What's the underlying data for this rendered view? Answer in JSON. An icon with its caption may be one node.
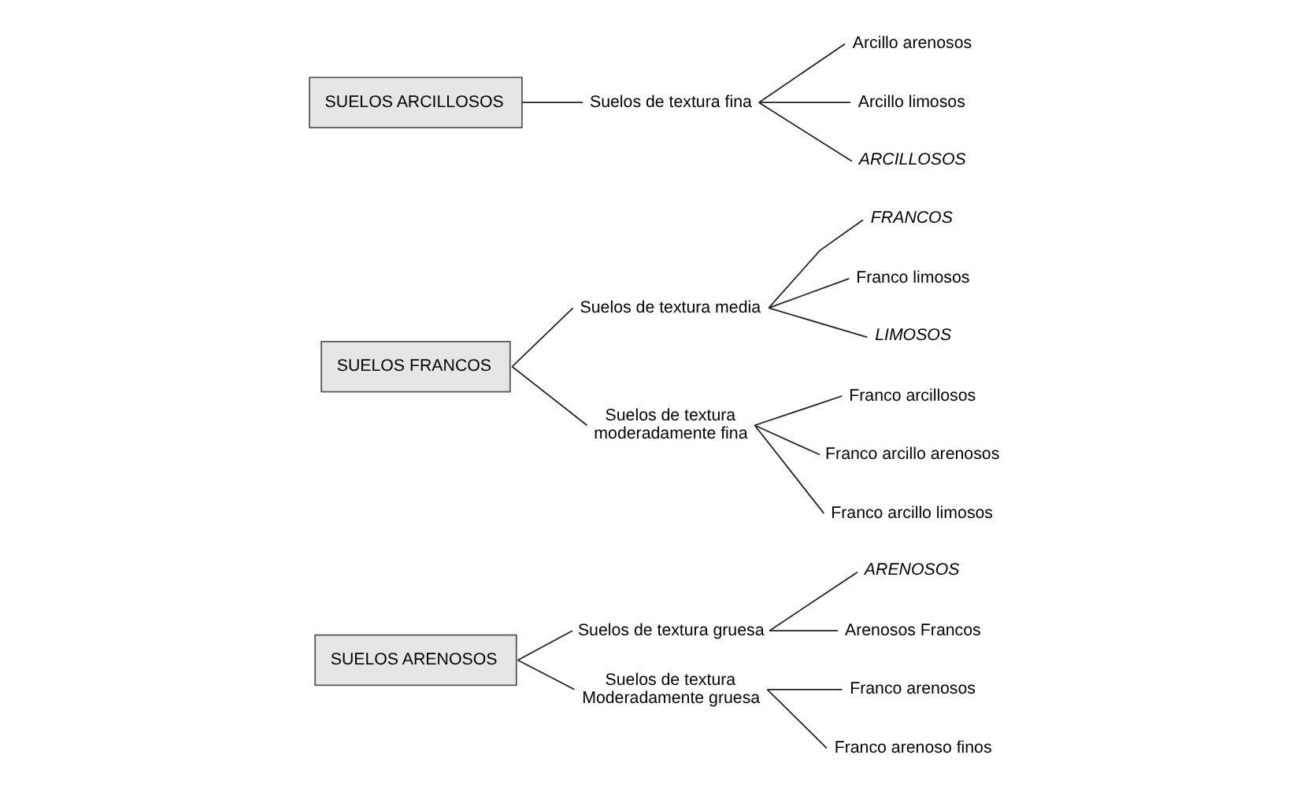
{
  "diagram": {
    "nodes": [
      {
        "text": [
          "SUELOS ARENOSOS"
        ]
      },
      {
        "text": [
          "Suelos de textura gruesa"
        ]
      },
      {
        "text": [
          "ARENOSOS"
        ]
      },
      {
        "text": [
          "Arenosos Francos"
        ]
      },
      {
        "text": [
          "Suelos de textura Moderadamente gruesa"
        ]
      },
      {
        "text": [
          "Franco arenosos"
        ]
      },
      {
        "text": [
          "Franco arenoso finos"
        ]
      },
      {
        "text": [
          "SUELOS FRANCOS"
        ]
      },
      {
        "text": [
          "Suelos de textura media"
        ]
      },
      {
        "text": [
          "FRANCOS"
        ]
      },
      {
        "text": [
          "Franco limosos"
        ]
      },
      {
        "text": [
          "LIMOSOS"
        ]
      },
      {
        "text": [
          "Suelos de textura moderadamente fina"
        ]
      },
      {
        "text": [
          "Franco arcillosos"
        ]
      },
      {
        "text": [
          "Franco arcillo arenosos"
        ]
      },
      {
        "text": [
          "Franco arcillo limosos"
        ]
      },
      {
        "text": [
          "SUELOS ARCILLOSOS"
        ]
      },
      {
        "text": [
          "Suelos de textura fina"
        ]
      },
      {
        "text": [
          "Arcillo arenosos"
        ]
      },
      {
        "text": [
          "Arcillo limosos"
        ]
      },
      {
        "text": [
          "ARCILLOSOS"
        ]
      }
    ],
    "edges": [
      {
        "from": 0,
        "to": 1,
        "arrow": "none"
      },
      {
        "from": 0,
        "to": 4,
        "arrow": "none"
      },
      {
        "from": 1,
        "to": 2,
        "arrow": "none"
      },
      {
        "from": 1,
        "to": 3,
        "arrow": "none"
      },
      {
        "from": 4,
        "to": 5,
        "arrow": "none"
      },
      {
        "from": 4,
        "to": 6,
        "arrow": "none"
      },
      {
        "from": 7,
        "to": 8,
        "arrow": "none"
      },
      {
        "from": 7,
        "to": 12,
        "arrow": "none"
      },
      {
        "from": 8,
        "to": 9,
        "arrow": "none"
      },
      {
        "from": 8,
        "to": 10,
        "arrow": "none"
      },
      {
        "from": 8,
        "to": 11,
        "arrow": "none"
      },
      {
        "from": 12,
        "to": 13,
        "arrow": "none"
      },
      {
        "from": 12,
        "to": 14,
        "arrow": "none"
      },
      {
        "from": 12,
        "to": 15,
        "arrow": "none"
      },
      {
        "from": 16,
        "to": 17,
        "arrow": "none"
      },
      {
        "from": 17,
        "to": 18,
        "arrow": "none"
      },
      {
        "from": 17,
        "to": 19,
        "arrow": "none"
      },
      {
        "from": 17,
        "to": 20,
        "arrow": "none"
      }
    ]
  }
}
